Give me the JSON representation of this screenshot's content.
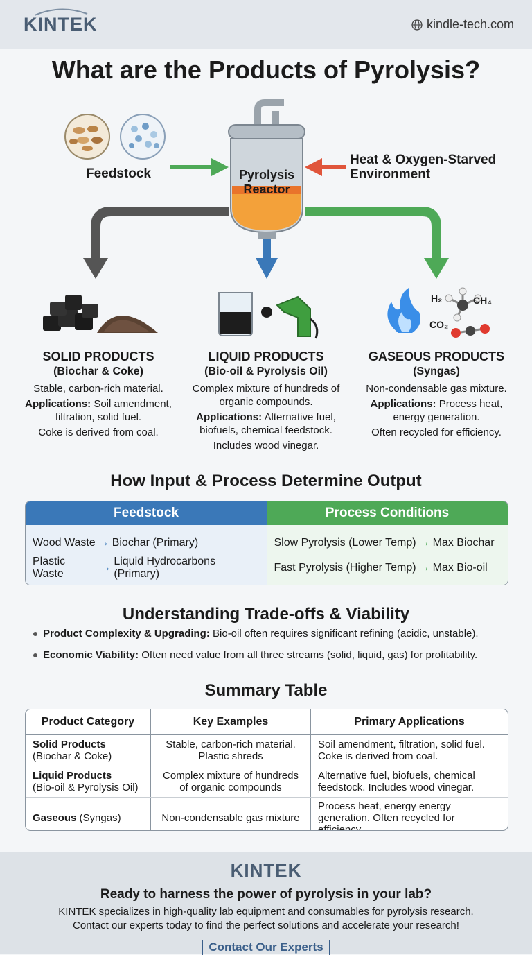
{
  "header": {
    "logo": "KINTEK",
    "site": "kindle-tech.com"
  },
  "title": "What are the Products of Pyrolysis?",
  "diagram": {
    "feedstock_label": "Feedstock",
    "reactor_label_1": "Pyrolysis",
    "reactor_label_2": "Reactor",
    "heat_label_1": "Heat & Oxygen-Starved",
    "heat_label_2": "Environment"
  },
  "molecules": {
    "h2": "H₂",
    "ch4": "CH₄",
    "co2": "CO₂"
  },
  "categories": [
    {
      "title": "SOLID PRODUCTS",
      "sub": "(Biochar & Coke)",
      "desc": "Stable, carbon-rich material.",
      "apps_label": "Applications:",
      "apps": "Soil amendment, filtration, solid fuel.",
      "extra": "Coke is derived from coal."
    },
    {
      "title": "LIQUID PRODUCTS",
      "sub": "(Bio-oil & Pyrolysis Oil)",
      "desc": "Complex mixture of hundreds of organic compounds.",
      "apps_label": "Applications:",
      "apps": "Alternative fuel, biofuels, chemical feedstock.",
      "extra": "Includes wood vinegar."
    },
    {
      "title": "GASEOUS PRODUCTS",
      "sub": "(Syngas)",
      "desc": "Non-condensable gas mixture.",
      "apps_label": "Applications:",
      "apps": "Process heat, energy generation.",
      "extra": "Often recycled for efficiency."
    }
  ],
  "process": {
    "title": "How Input & Process Determine Output",
    "col1": "Feedstock",
    "col2": "Process Conditions",
    "rows1": [
      {
        "in": "Wood Waste",
        "out": "Biochar (Primary)"
      },
      {
        "in": "Plastic Waste",
        "out": "Liquid Hydrocarbons (Primary)"
      }
    ],
    "rows2": [
      {
        "in": "Slow Pyrolysis (Lower Temp)",
        "out": "Max Biochar"
      },
      {
        "in": "Fast Pyrolysis (Higher Temp)",
        "out": "Max Bio-oil"
      }
    ],
    "arrow": "→"
  },
  "tradeoffs": {
    "title": "Understanding Trade-offs & Viability",
    "items": [
      {
        "bold": "Product Complexity & Upgrading:",
        "text": " Bio-oil often requires significant refining (acidic, unstable)."
      },
      {
        "bold": "Economic Viability:",
        "text": " Often need value from all three streams (solid, liquid, gas) for profitability."
      }
    ]
  },
  "summary": {
    "title": "Summary Table",
    "headers": [
      "Product Category",
      "Key Examples",
      "Primary Applications"
    ],
    "rows": [
      {
        "cat": "Solid Products",
        "cat_sub": "(Biochar & Coke)",
        "ex": "Stable, carbon-rich material. Plastic shreds",
        "app": "Soil amendment, filtration, solid fuel. Coke is derived from coal."
      },
      {
        "cat": "Liquid Products",
        "cat_sub": "(Bio-oil & Pyrolysis Oil)",
        "ex": "Complex mixture of hundreds of organic compounds",
        "app": "Alternative fuel, biofuels, chemical feedstock. Includes wood vinegar."
      },
      {
        "cat": "Gaseous",
        "cat_sub": " (Syngas)",
        "ex": "Non-condensable gas mixture",
        "app": "Process heat, energy energy generation. Often recycled for efficiency."
      }
    ]
  },
  "footer": {
    "logo": "KINTEK",
    "headline": "Ready to harness the power of pyrolysis in your lab?",
    "line1": "KINTEK specializes in high-quality lab equipment and consumables for pyrolysis research.",
    "line2": "Contact our experts today to find the perfect solutions and accelerate your research!",
    "cta": "Contact Our Experts"
  },
  "colors": {
    "blue": "#3a78b8",
    "green": "#4ea957",
    "red": "#e0553b",
    "dark": "#555555"
  }
}
